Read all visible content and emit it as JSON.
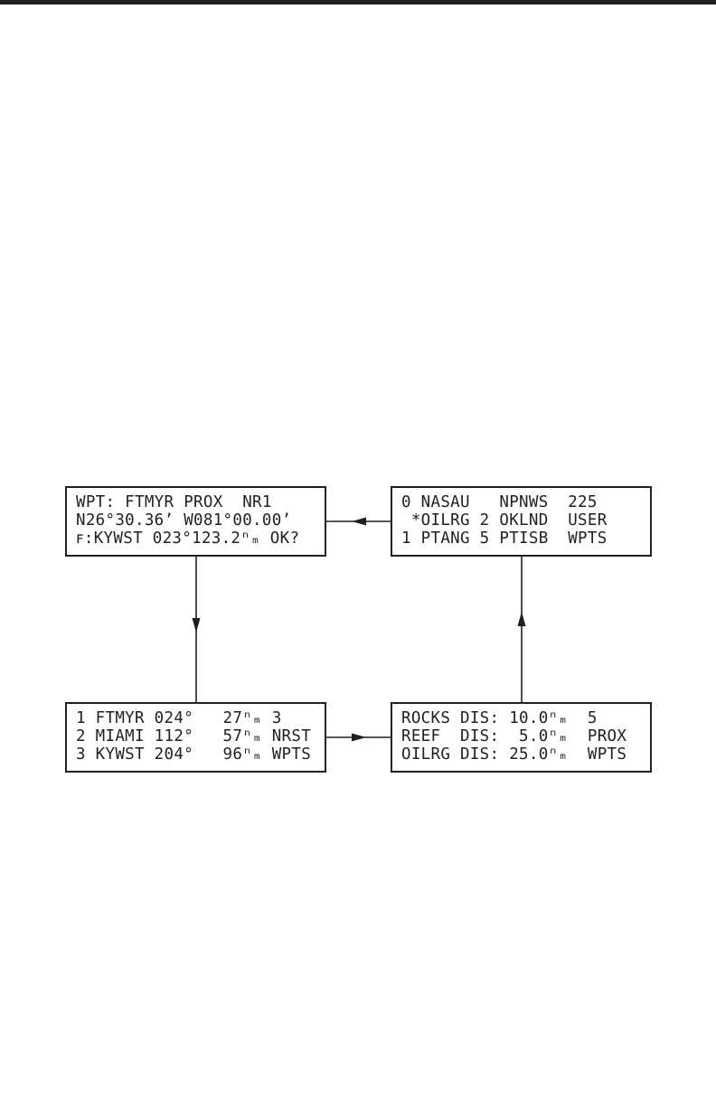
{
  "colors": {
    "ink": "#231f20",
    "background": "#ffffff"
  },
  "screens": {
    "waypoint": {
      "lines": [
        "WPT: FTMYR PROX  NR1",
        "N26°30.36’ W081°00.00’",
        "ꜰ:KYWST 023°123.2ⁿₘ OK?"
      ]
    },
    "user": {
      "lines": [
        "0 NASAU   NPNWS  225",
        " *OILRG 2 OKLND  USER",
        "1 PTANG 5 PTISB  WPTS"
      ]
    },
    "nearest": {
      "lines": [
        "1 FTMYR 024°   27ⁿₘ 3",
        "2 MIAMI 112°   57ⁿₘ NRST",
        "3 KYWST 204°   96ⁿₘ WPTS"
      ]
    },
    "proximity": {
      "lines": [
        "ROCKS DIS: 10.0ⁿₘ  5",
        "REEF  DIS:  5.0ⁿₘ  PROX",
        "OILRG DIS: 25.0ⁿₘ  WPTS"
      ]
    }
  }
}
